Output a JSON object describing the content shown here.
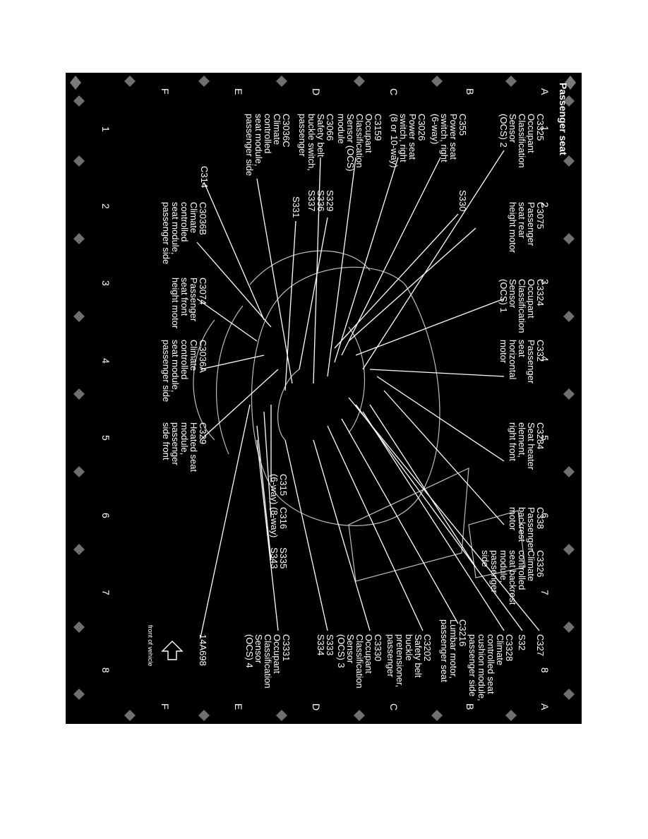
{
  "title": "Passenger seat",
  "columns": [
    "1",
    "2",
    "3",
    "4",
    "5",
    "6",
    "7",
    "8"
  ],
  "rows": [
    "A",
    "B",
    "C",
    "D",
    "E",
    "F"
  ],
  "front_of_vehicle": "front of vehicle",
  "labels": {
    "c3325": "C3325\nOccupant\nClassification\nSensor\n(OCS) 2",
    "c3075": "C3075\nPassenger\nseat rear\nheight motor",
    "c3324": "C3324\nOccupant\nClassification\nSensor\n(OCS) 1",
    "c332": "C332\nPassenger\nseat\nhorizontal\nmotor",
    "c3284": "C3284\nSeat heater\nelement,\nright front",
    "c338": "C338\nPassenger\nbackrest\nmotor",
    "c3326": "C3326\nClimate\ncontrolled\nseat backrest\nmodule,\npassenger\nside",
    "c327": "C327",
    "s32": "S32",
    "c3328": "C3328\nClimate\ncontrolled seat\ncushion module,\npassenger side",
    "c355": "C355\nPower seat\nswitch, right\n(6-way)",
    "s330": "S330",
    "c3216": "C3216\nLumbar motor,\npassenger seat",
    "c3026": "C3026\nPower seat\nswitch, right\n(8 or 10-way)",
    "c3202": "C3202\nSafety belt\nbuckle\npretensioner,\npassenger",
    "c3159": "C3159\nOccupant\nClassification\nSensor (OCS)\nmodule",
    "c3330": "C3330\nOccupant\nClassification\nSensor\n(OCS) 3",
    "c3066": "C3066\nSafety belt\nbuckle switch,\npassenger",
    "s329": "S329\nS336\nS337",
    "s333": "S333\nS334",
    "c3036c": "C3036C\nClimate\ncontrolled\nseat module,\npassenger side",
    "s331": "S331",
    "c315": "C315\n(6-way)",
    "c316": "C316\n(8-way)",
    "s335": "S335\nS343",
    "c3331": "C3331\nOccupant\nClassification\nSensor\n(OCS) 4",
    "c314": "C314",
    "c3036b": "C3036B\nClimate\ncontrolled\nseat module,\npassenger side",
    "c3074": "C3074\nPassenger\nseat front\nheight motor",
    "c3036a": "C3036A\nClimate\ncontrolled\nseat module,\npassenger side",
    "c329": "C329\nHeated seat\nmodule,\npassenger\nside front",
    "a14a698": "14A698"
  }
}
